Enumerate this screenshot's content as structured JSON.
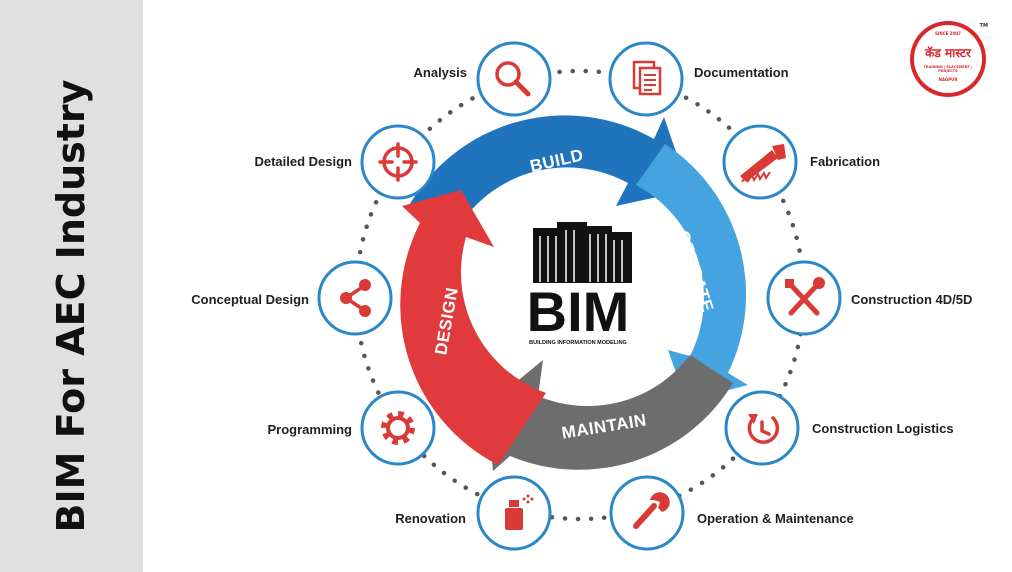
{
  "sidebar": {
    "title": "BIM For AEC Industry"
  },
  "logo": {
    "tm": "TM",
    "since": "SINCE 2007",
    "name": "कॅड मास्टर",
    "tagline": "TRAINING | PLACEMENT | PROJECTS",
    "city": "NAGPUR"
  },
  "center": {
    "main": "BIM",
    "sub": "BUILDING INFORMATION MODELING"
  },
  "cycle": {
    "build": "BUILD",
    "operate": "OPERATE",
    "maintain": "MAINTAIN",
    "design": "DESIGN"
  },
  "colors": {
    "build": "#1f74bd",
    "operate": "#45a3df",
    "maintain": "#6d6d6d",
    "design": "#e03a3c",
    "icon": "#d93a36",
    "node_border": "#2a87c8"
  },
  "nodes": [
    {
      "label": "Analysis",
      "icon": "magnifier-icon"
    },
    {
      "label": "Documentation",
      "icon": "documents-icon"
    },
    {
      "label": "Fabrication",
      "icon": "saw-icon"
    },
    {
      "label": "Construction 4D/5D",
      "icon": "tools-icon"
    },
    {
      "label": "Construction Logistics",
      "icon": "clock-icon"
    },
    {
      "label": "Operation & Maintenance",
      "icon": "wrench-icon"
    },
    {
      "label": "Renovation",
      "icon": "spray-can-icon"
    },
    {
      "label": "Programming",
      "icon": "gear-icon"
    },
    {
      "label": "Conceptual Design",
      "icon": "share-icon"
    },
    {
      "label": "Detailed Design",
      "icon": "crosshair-icon"
    }
  ]
}
